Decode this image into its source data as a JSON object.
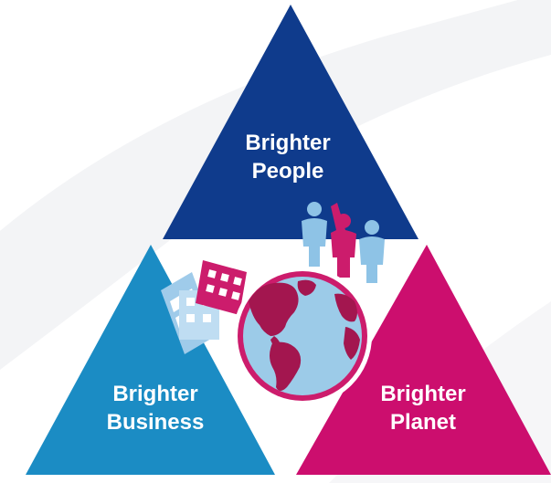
{
  "triangles": {
    "people": {
      "line1": "Brighter",
      "line2": "People",
      "color": "#0f3b8c"
    },
    "business": {
      "line1": "Brighter",
      "line2": "Business",
      "color": "#1b8cc4"
    },
    "planet": {
      "line1": "Brighter",
      "line2": "Planet",
      "color": "#cc0e6e"
    }
  },
  "accents": {
    "light_blue": "#8ec3e6",
    "pink": "#cc1c6c",
    "land_pink": "#a3164f",
    "background_swoosh": "#f3f4f6"
  },
  "icons": [
    "people-group-icon",
    "buildings-icon",
    "globe-icon"
  ]
}
